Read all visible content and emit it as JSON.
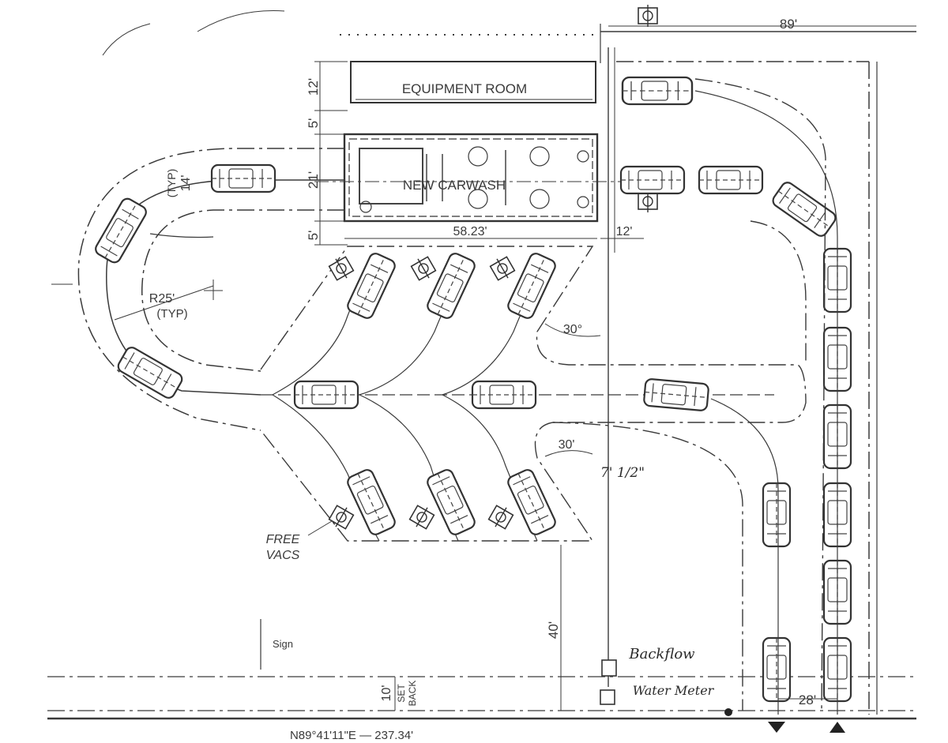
{
  "plan": {
    "labels": {
      "equipment_room": "EQUIPMENT ROOM",
      "carwash": "NEW CARWASH",
      "free_vacs_1": "FREE",
      "free_vacs_2": "VACS",
      "sign": "Sign",
      "setback_1": "SET",
      "setback_2": "BACK",
      "radius": "R25'",
      "radius_typ": "(TYP)",
      "width_typ": "(TYP)",
      "backflow": "Backflow",
      "water_meter": "Water Meter",
      "bearing": "N89°41'11\"E — 237.34'",
      "handwritten_dim": "7' 1/2\""
    },
    "dimensions": {
      "top_width": "89'",
      "equipment_depth": "12'",
      "gap_top": "5'",
      "wash_depth": "21'",
      "gap_bottom": "5'",
      "wash_length": "58.23'",
      "side_clearance": "12'",
      "lane_width": "14'",
      "angle_upper": "30°",
      "angle_lower": "30'",
      "setback_to_vacs": "40'",
      "setback_depth": "10'",
      "exit_width": "28'"
    },
    "colors": {
      "ink": "#3a3a3a",
      "paper": "#ffffff"
    }
  }
}
